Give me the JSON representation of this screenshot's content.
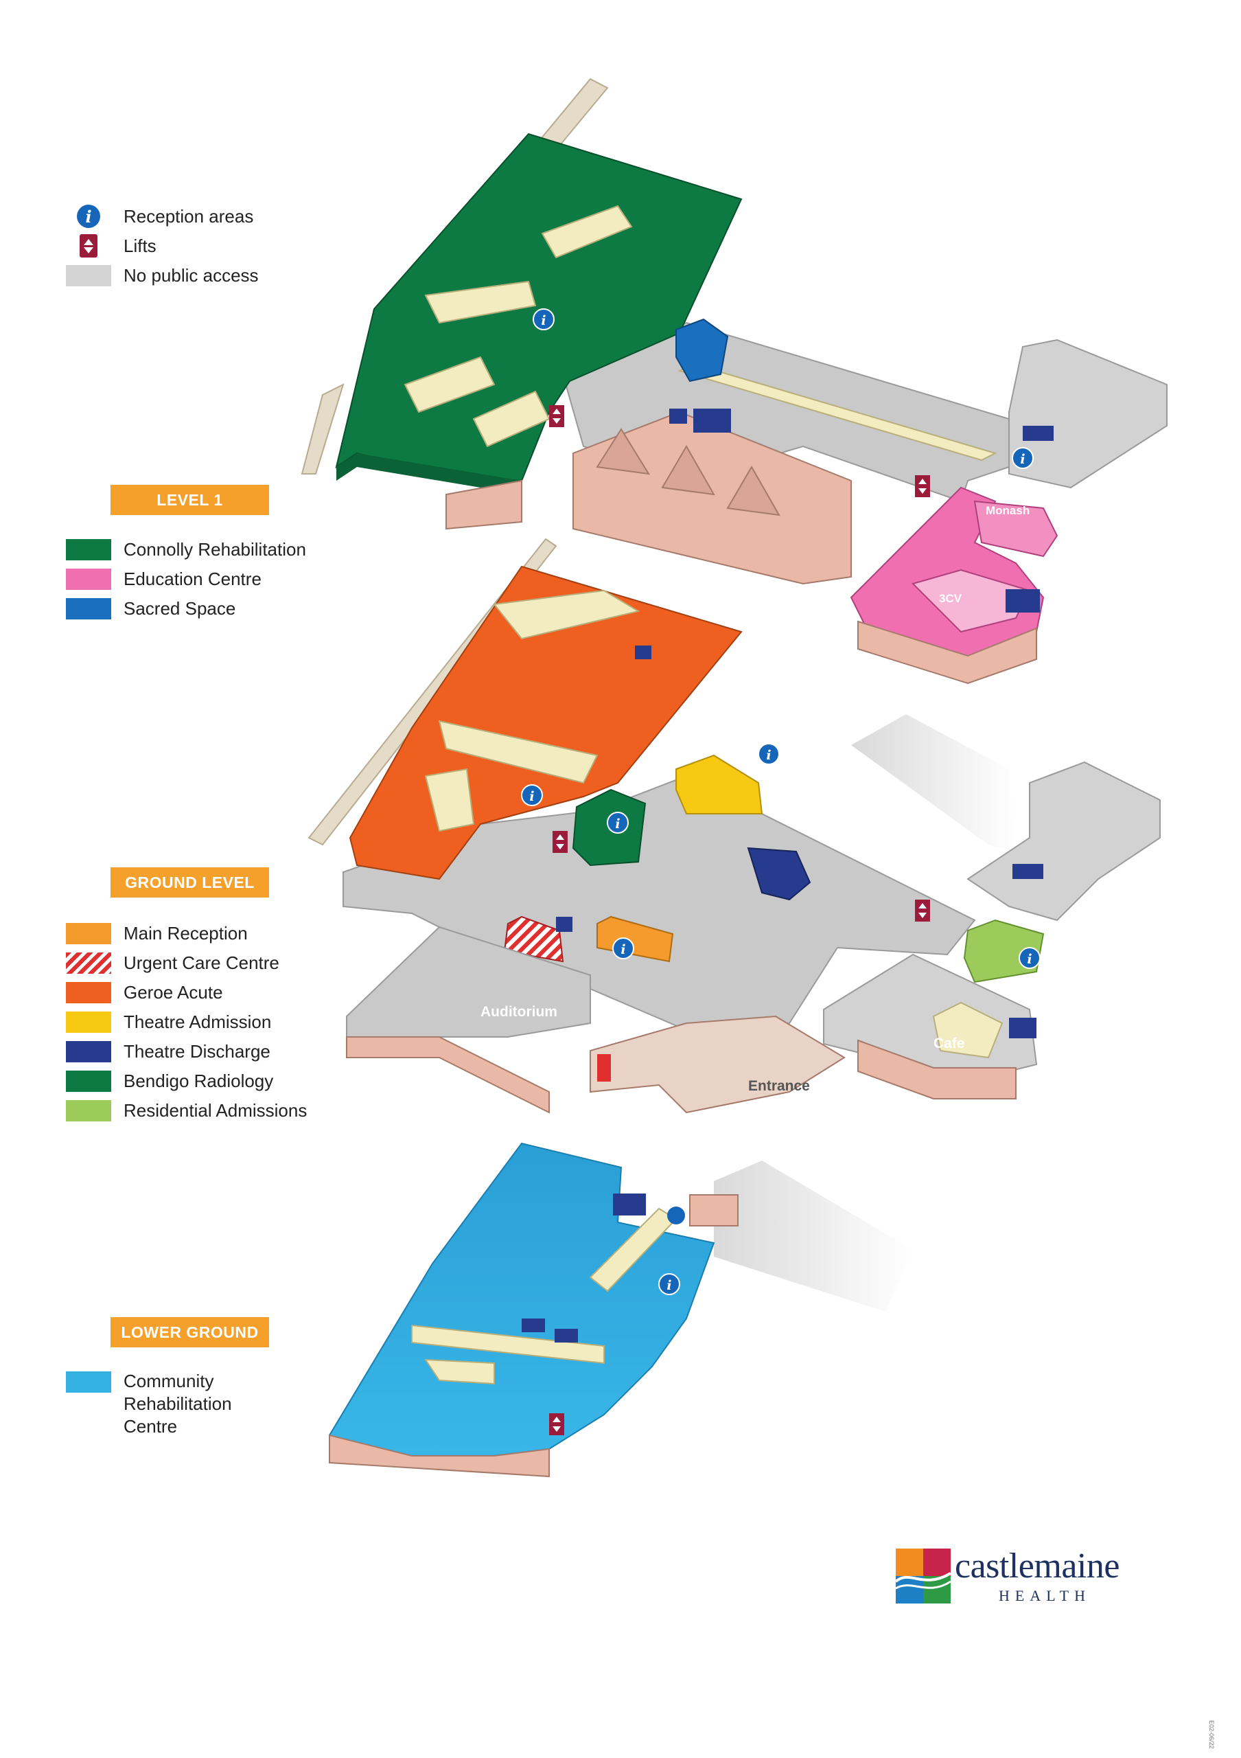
{
  "legend_top": {
    "items": [
      {
        "icon": "info-icon",
        "label": "Reception areas"
      },
      {
        "icon": "lift-icon",
        "label": "Lifts"
      },
      {
        "color": "#d4d4d4",
        "label": "No public access"
      }
    ]
  },
  "level1": {
    "title": "LEVEL 1",
    "items": [
      {
        "color": "#0e7a43",
        "label": "Connolly Rehabilitation"
      },
      {
        "color": "#ef6fb0",
        "label": "Education Centre"
      },
      {
        "color": "#1a6fbf",
        "label": "Sacred Space"
      }
    ]
  },
  "ground": {
    "title": "GROUND LEVEL",
    "items": [
      {
        "color": "#f59a2c",
        "label": "Main Reception"
      },
      {
        "color": "#e02f2f",
        "label": "Urgent Care Centre",
        "pattern": "stripes"
      },
      {
        "color": "#ef5f20",
        "label": "Geroe Acute"
      },
      {
        "color": "#f7c912",
        "label": "Theatre Admission"
      },
      {
        "color": "#263a8e",
        "label": "Theatre Discharge"
      },
      {
        "color": "#0e7a43",
        "label": "Bendigo Radiology"
      },
      {
        "color": "#9ccb5c",
        "label": "Residential Admissions"
      }
    ]
  },
  "lower": {
    "title": "LOWER GROUND",
    "items": [
      {
        "color": "#35b1e4",
        "label": "Community Rehabilitation Centre"
      }
    ]
  },
  "map_labels": {
    "monash": "Monash",
    "3cv": "3CV",
    "auditorium": "Auditorium",
    "entrance": "Entrance",
    "cafe": "Cafe"
  },
  "logo": {
    "name": "castlemaine",
    "sub": "HEALTH"
  },
  "doc_code": "E02-06/22"
}
